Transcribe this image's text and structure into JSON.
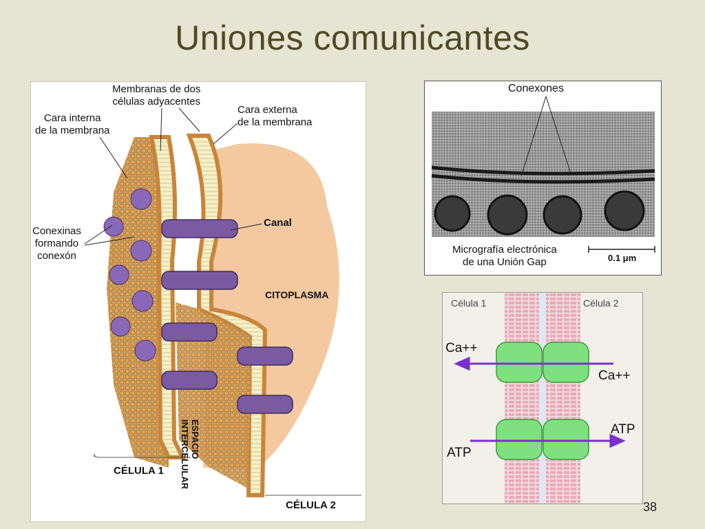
{
  "slide": {
    "title": "Uniones comunicantes",
    "page_number": "38"
  },
  "membrane_diagram": {
    "membranes_label_1": "Membranas de dos",
    "membranes_label_2": "células adyacentes",
    "inner_face_1": "Cara interna",
    "inner_face_2": "de la membrana",
    "outer_face_1": "Cara externa",
    "outer_face_2": "de la membrana",
    "connexins_1": "Conexinas",
    "connexins_2": "formando",
    "connexins_3": "conexón",
    "channel": "Canal",
    "cytoplasm": "CITOPLASMA",
    "cell_1": "CÉLULA  1",
    "cell_2": "CÉLULA  2",
    "space_1": "ESPACIO",
    "space_2": "INTERCELULAR"
  },
  "micrograph": {
    "connexons": "Conexones",
    "caption_1": "Micrografía electrónica",
    "caption_2": "de una Unión Gap",
    "scale": "0.1 μm"
  },
  "gap_junction": {
    "cell_1": "Célula 1",
    "cell_2": "Célula 2",
    "ca_left": "Ca++",
    "ca_right": "Ca++",
    "atp_left": "ATP",
    "atp_right": "ATP",
    "colors": {
      "membrane": "#e6a8b8",
      "connexon": "#7fe07f",
      "arrow": "#7a2fd0"
    }
  },
  "colors": {
    "title": "#4d4a24",
    "background": "#e6e4d2",
    "protein": "#7a5aa0",
    "cytoplasm": "#f4c9a0"
  }
}
